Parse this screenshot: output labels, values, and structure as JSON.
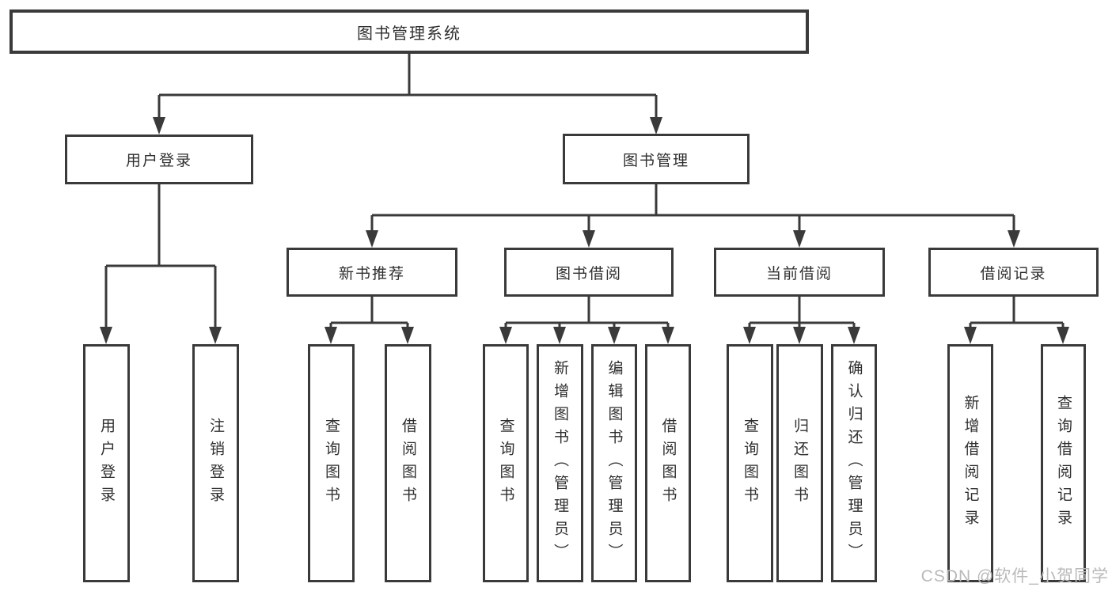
{
  "diagram_title": "图书管理系统",
  "tree": {
    "root": {
      "label": "图书管理系统"
    },
    "branches": [
      {
        "label": "用户登录",
        "children": [
          {
            "label": "用户登录"
          },
          {
            "label": "注销登录"
          }
        ]
      },
      {
        "label": "图书管理",
        "groups": [
          {
            "label": "新书推荐",
            "children": [
              {
                "label": "查询图书"
              },
              {
                "label": "借阅图书"
              }
            ]
          },
          {
            "label": "图书借阅",
            "children": [
              {
                "label": "查询图书"
              },
              {
                "label": "新增图书（管理员）"
              },
              {
                "label": "编辑图书（管理员）"
              },
              {
                "label": "借阅图书"
              }
            ]
          },
          {
            "label": "当前借阅",
            "children": [
              {
                "label": "查询图书"
              },
              {
                "label": "归还图书"
              },
              {
                "label": "确认归还（管理员）"
              }
            ]
          },
          {
            "label": "借阅记录",
            "children": [
              {
                "label": "新增借阅记录"
              },
              {
                "label": "查询借阅记录"
              }
            ]
          }
        ]
      }
    ]
  },
  "watermark": {
    "text": "CSDN @软件_小贺同学"
  },
  "colors": {
    "line": "#3a3a3a",
    "text": "#2f2f2f",
    "watermark": "#b9b9b9",
    "background": "#ffffff"
  }
}
